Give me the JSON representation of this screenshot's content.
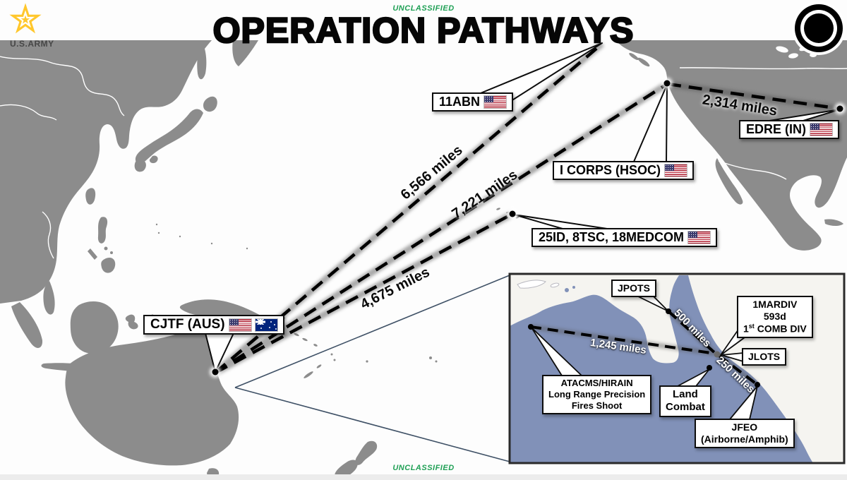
{
  "classification": {
    "top": "UNCLASSIFIED",
    "bottom": "UNCLASSIFIED",
    "color": "#1fa055"
  },
  "header": {
    "title": "OPERATION PATHWAYS",
    "army_wordmark": "U.S.ARMY"
  },
  "colors": {
    "main_land": "#8c8c8c",
    "ocean": "#fdfdfd",
    "inset_land": "#8191b8",
    "inset_ocean": "#f5f4f0",
    "route": "#000000",
    "box_border": "#0d0d0d",
    "classification_green": "#1fa055",
    "army_gold": "#ffc72c"
  },
  "main_map": {
    "routes": [
      {
        "id": "to-alaska",
        "distance_label": "6,566 miles"
      },
      {
        "id": "to-jblm",
        "distance_label": "7,221 miles"
      },
      {
        "id": "to-hawaii",
        "distance_label": "4,675 miles"
      },
      {
        "id": "jblm-to-indiana",
        "distance_label": "2,314 miles"
      }
    ],
    "callouts": [
      {
        "id": "abn11",
        "label": "11ABN",
        "flags": [
          "us-flag"
        ]
      },
      {
        "id": "edre",
        "label": "EDRE (IN)",
        "flags": [
          "us-flag"
        ]
      },
      {
        "id": "icorps",
        "label": "I CORPS (HSOC)",
        "flags": [
          "us-flag"
        ]
      },
      {
        "id": "pacific-units",
        "label": "25ID, 8TSC, 18MEDCOM",
        "flags": [
          "us-flag"
        ]
      },
      {
        "id": "cjtf",
        "label": "CJTF (AUS)",
        "flags": [
          "us-flag",
          "au-flag"
        ]
      }
    ]
  },
  "inset": {
    "routes": [
      {
        "id": "fires-line",
        "distance_label": "1,245 miles"
      },
      {
        "id": "jpots-line",
        "distance_label": "500 miles"
      },
      {
        "id": "jfeo-line",
        "distance_label": "250 miles"
      }
    ],
    "callouts": {
      "jpots": "JPOTS",
      "jlots": "JLOTS",
      "mardiv_line1": "1MARDIV",
      "mardiv_line2": "593d",
      "mardiv_line3_num": "1",
      "mardiv_line3_sup": "st",
      "mardiv_line3_rest": " COMB DIV",
      "atacms_line1": "ATACMS/HIRAIN",
      "atacms_line2": "Long Range Precision",
      "atacms_line3": "Fires Shoot",
      "land_line1": "Land",
      "land_line2": "Combat",
      "jfeo_line1": "JFEO",
      "jfeo_line2": "(Airborne/Amphib)"
    }
  }
}
